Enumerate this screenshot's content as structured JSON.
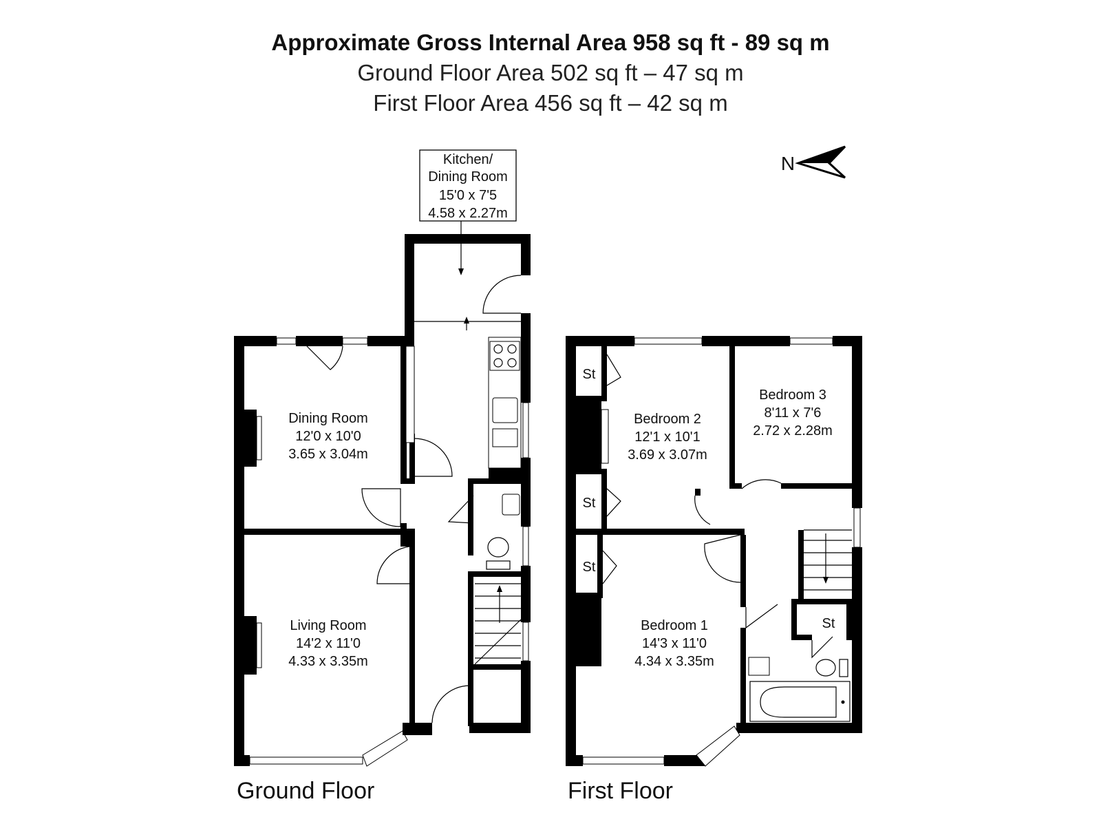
{
  "header": {
    "gross": "Approximate Gross Internal Area 958 sq ft - 89 sq m",
    "ground": "Ground Floor Area 502 sq ft – 47 sq m",
    "first": "First Floor Area 456 sq ft – 42 sq m"
  },
  "compass": {
    "letter": "N"
  },
  "ground_floor": {
    "label": "Ground Floor",
    "kitchen": {
      "name1": "Kitchen/",
      "name2": "Dining Room",
      "imp": "15'0 x 7'5",
      "met": "4.58 x 2.27m"
    },
    "dining": {
      "name": "Dining Room",
      "imp": "12'0 x 10'0",
      "met": "3.65 x 3.04m"
    },
    "living": {
      "name": "Living Room",
      "imp": "14'2 x 11'0",
      "met": "4.33 x 3.35m"
    }
  },
  "first_floor": {
    "label": "First Floor",
    "bedroom2": {
      "name": "Bedroom 2",
      "imp": "12'1 x 10'1",
      "met": "3.69 x 3.07m"
    },
    "bedroom3": {
      "name": "Bedroom 3",
      "imp": "8'11 x 7'6",
      "met": "2.72 x 2.28m"
    },
    "bedroom1": {
      "name": "Bedroom 1",
      "imp": "14'3 x 11'0",
      "met": "4.34 x 3.35m"
    },
    "store": "St"
  }
}
